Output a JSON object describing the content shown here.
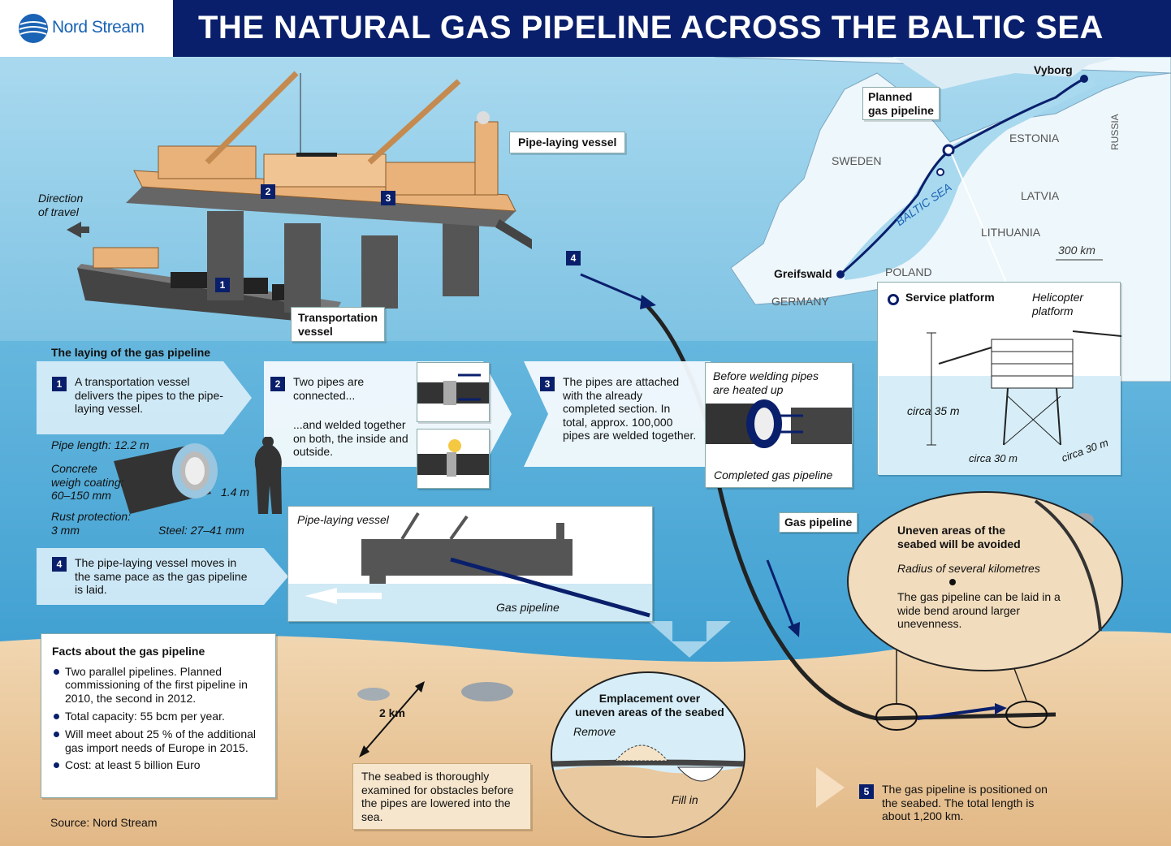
{
  "header": {
    "logo_text": "Nord Stream",
    "title": "THE NATURAL GAS PIPELINE ACROSS THE BALTIC SEA"
  },
  "vessel": {
    "direction_label": "Direction\nof travel",
    "pipe_laying_callout": "Pipe-laying vessel",
    "transport_callout": "Transportation\nvessel",
    "marker_1": "1",
    "marker_2": "2",
    "marker_3": "3",
    "marker_4": "4"
  },
  "map": {
    "vyborg": "Vyborg",
    "planned_pipeline": "Planned\ngas pipeline",
    "estonia": "ESTONIA",
    "sweden": "SWEDEN",
    "russia": "RUSSIA",
    "latvia": "LATVIA",
    "lithuania": "LITHUANIA",
    "baltic_sea": "BALTIC SEA",
    "scale": "300 km",
    "greifswald": "Greifswald",
    "poland": "POLAND",
    "germany": "GERMANY"
  },
  "service_platform": {
    "title": "Service platform",
    "helicopter": "Helicopter\nplatform",
    "height": "circa 35 m",
    "width1": "circa 30 m",
    "width2": "circa 30 m"
  },
  "laying": {
    "heading": "The laying of the gas pipeline",
    "step1_num": "1",
    "step1_text": "A transportation vessel delivers the pipes to the pipe-laying vessel.",
    "step2_num": "2",
    "step2_text_a": "Two pipes are connected...",
    "step2_text_b": "...and welded together on both, the inside and outside.",
    "step3_num": "3",
    "step3_text": "The pipes are attached with the already completed section. In total, approx. 100,000 pipes are welded together.",
    "step4_num": "4",
    "step4_text": "The pipe-laying vessel moves in the same pace as the gas pipeline is laid."
  },
  "welding": {
    "before": "Before welding pipes\nare heated up",
    "completed": "Completed gas pipeline"
  },
  "pipe_specs": {
    "length": "Pipe length: 12.2 m",
    "coating": "Concrete\nweigh coating:\n60–150 mm",
    "diameter": "1.4 m",
    "rust": "Rust protection:\n3 mm",
    "steel": "Steel: 27–41 mm"
  },
  "small_vessel": {
    "label": "Pipe-laying vessel",
    "gas_pipeline": "Gas pipeline"
  },
  "gas_pipeline_callout": "Gas pipeline",
  "uneven": {
    "title": "Uneven areas of the\nseabed will be avoided",
    "radius": "Radius of several kilometres",
    "text": "The gas pipeline can be laid in a wide bend around larger unevenness."
  },
  "facts": {
    "heading": "Facts about the gas pipeline",
    "items": [
      "Two parallel pipelines. Planned commissioning of the first pipeline in 2010, the second in 2012.",
      "Total capacity: 55 bcm per year.",
      "Will meet about 25 % of the additional gas import needs of Europe in 2015.",
      "Cost: at least 5 billion Euro"
    ],
    "source": "Source: Nord Stream"
  },
  "seabed": {
    "distance": "2 km",
    "text": "The seabed is thoroughly examined for obstacles before the pipes are lowered into the sea."
  },
  "emplacement": {
    "title": "Emplacement over\nuneven areas of the seabed",
    "remove": "Remove",
    "fill": "Fill in"
  },
  "step5": {
    "num": "5",
    "text": "The gas pipeline is positioned on the seabed. The total length is about 1,200 km."
  },
  "colors": {
    "navy": "#0a1f6b",
    "sea": "#b9e1f2",
    "sand": "#e9c9a0",
    "vessel": "#e8b27a"
  }
}
